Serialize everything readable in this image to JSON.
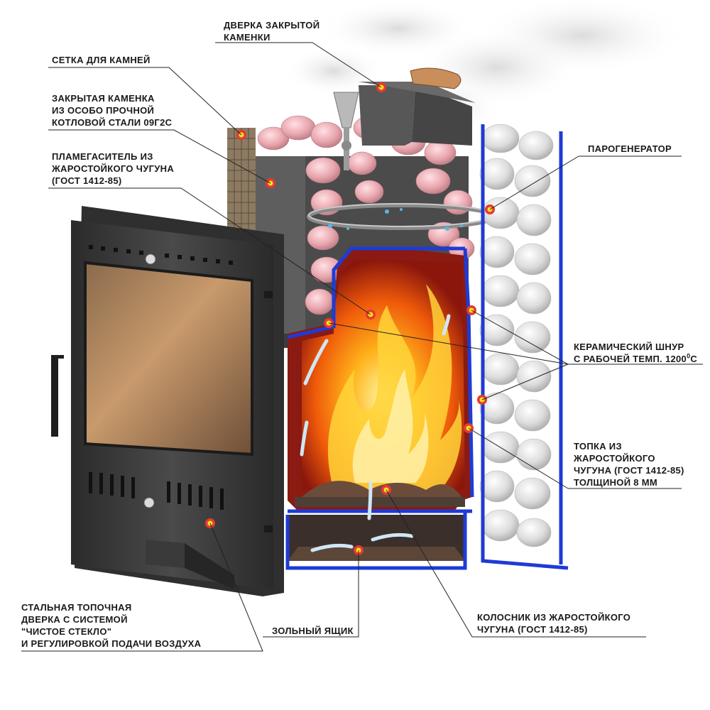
{
  "labels": {
    "stone_door": {
      "lines": [
        "ДВЕРКА ЗАКРЫТОЙ",
        "КАМЕНКИ"
      ]
    },
    "stone_grid": {
      "lines": [
        "СЕТКА ДЛЯ КАМНЕЙ"
      ]
    },
    "closed_heater": {
      "lines": [
        "ЗАКРЫТАЯ КАМЕНКА",
        "ИЗ ОСОБО ПРОЧНОЙ",
        "КОТЛОВОЙ СТАЛИ 09Г2С"
      ]
    },
    "flame_arrester": {
      "lines": [
        "ПЛАМЕГАСИТЕЛЬ ИЗ",
        "ЖАРОСТОЙКОГО ЧУГУНА",
        "(ГОСТ 1412-85)"
      ]
    },
    "steam_generator": {
      "lines": [
        "ПАРОГЕНЕРАТОР"
      ]
    },
    "ceramic_cord": {
      "lines": [
        "КЕРАМИЧЕСКИЙ ШНУР",
        "С РАБОЧЕЙ ТЕМП. 1200"
      ],
      "sup": "0",
      "sup_unit": "С"
    },
    "firebox": {
      "lines": [
        "ТОПКА ИЗ",
        "ЖАРОСТОЙКОГО",
        "ЧУГУНА (ГОСТ 1412-85)",
        "ТОЛЩИНОЙ 8 ММ"
      ]
    },
    "fire_door": {
      "lines": [
        "СТАЛЬНАЯ ТОПОЧНАЯ",
        "ДВЕРКА С СИСТЕМОЙ",
        "\"ЧИСТОЕ СТЕКЛО\"",
        "И РЕГУЛИРОВКОЙ ПОДАЧИ ВОЗДУХА"
      ]
    },
    "ash_box": {
      "lines": [
        "ЗОЛЬНЫЙ ЯЩИК"
      ]
    },
    "grate": {
      "lines": [
        "КОЛОСНИК ИЗ ЖАРОСТОЙКОГО",
        "ЧУГУНА (ГОСТ 1412-85)"
      ]
    }
  },
  "colors": {
    "marker_outer": "#e53935",
    "marker_inner": "#f4e21a",
    "cutaway_edge": "#1e3bd6",
    "firebox_red": "#9a1e14",
    "leader": "#222222"
  }
}
